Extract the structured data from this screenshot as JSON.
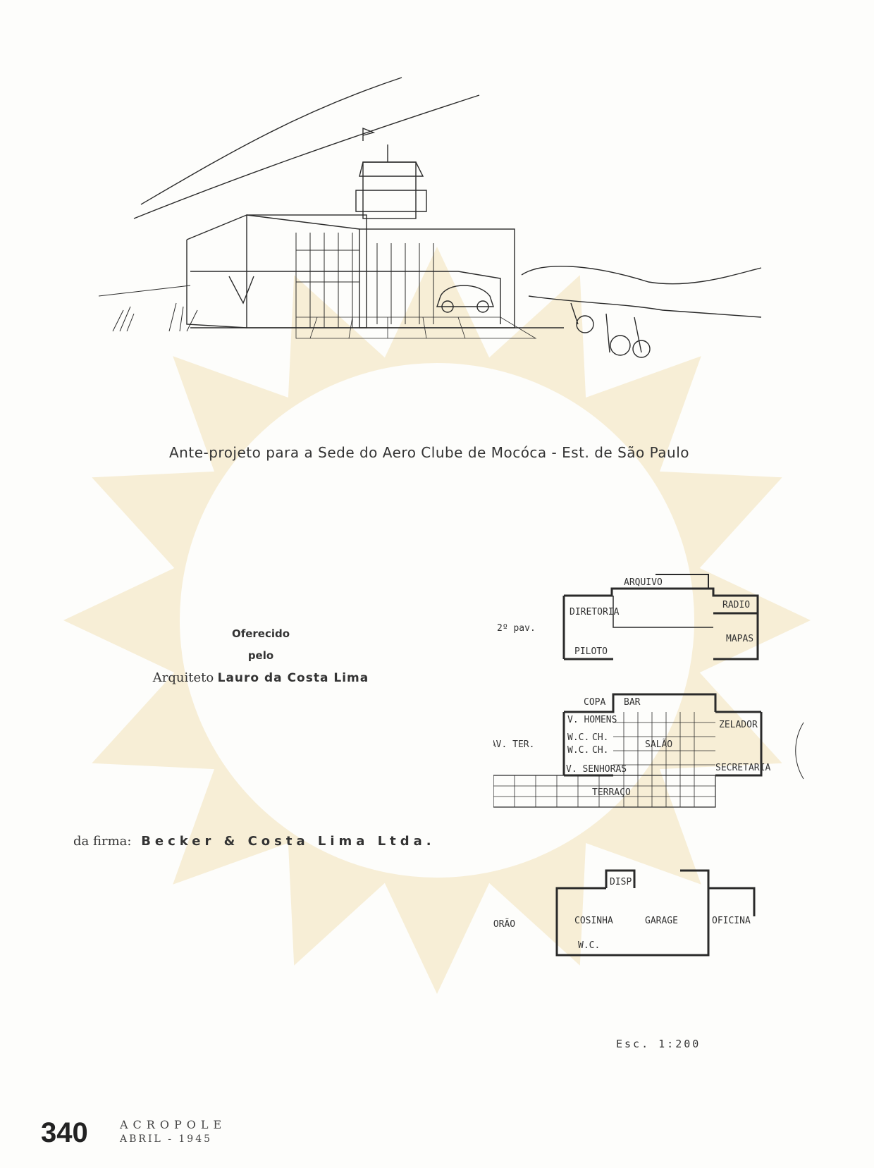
{
  "caption": "Ante-projeto para a Sede do Aero Clube de Mocóca - Est. de São Paulo",
  "offer": {
    "line1": "Oferecido",
    "line2": "pelo",
    "prefix": "Arquiteto",
    "architect": "Lauro da Costa Lima"
  },
  "firm": {
    "prefix": "da firma:",
    "name": "Becker & Costa Lima Ltda."
  },
  "plans": {
    "floor2": {
      "label": "2º pav.",
      "rooms": [
        "ARQUIVO",
        "DIRETORIA",
        "PILOTO",
        "RADIO",
        "MAPAS"
      ]
    },
    "ground": {
      "label": "PAV. TER.",
      "rooms": [
        "COPA",
        "BAR",
        "V. HOMENS",
        "W.C.",
        "CH.",
        "W.C.",
        "CH.",
        "V. SENHORAS",
        "SALÃO",
        "ZELADOR",
        "SECRETARIA",
        "TERRAÇO"
      ]
    },
    "basement": {
      "label": "PORÃO",
      "rooms": [
        "DISP.",
        "COSINHA",
        "GARAGE",
        "OFICINA",
        "W.C."
      ]
    },
    "scale": "Esc. 1:200"
  },
  "footer": {
    "page_number": "340",
    "magazine": "ACROPOLE",
    "date": "ABRIL - 1945"
  },
  "colors": {
    "watermark": "#f6ebcf",
    "ink": "#2a2a2a"
  }
}
